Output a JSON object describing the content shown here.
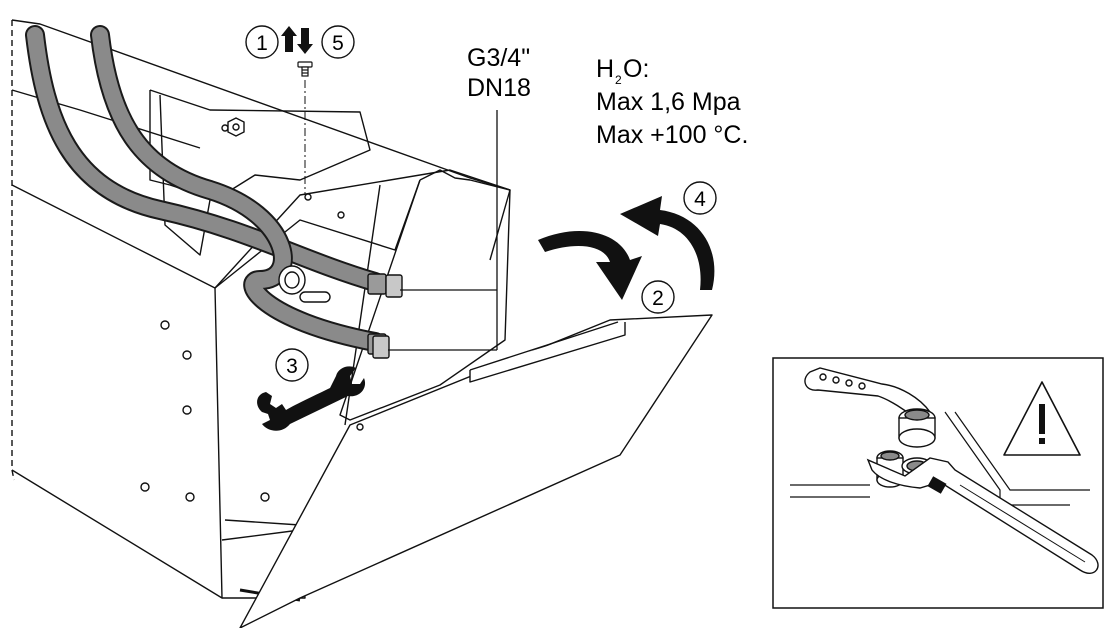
{
  "steps": {
    "s1": "1",
    "s2": "2",
    "s3": "3",
    "s4": "4",
    "s5": "5"
  },
  "thread": {
    "line1": "G3/4\"",
    "line2": "DN18"
  },
  "water": {
    "h": "H",
    "sub": "2",
    "o": "O:",
    "pressure": "Max 1,6 Mpa",
    "temperature": "Max +100 °C."
  },
  "icons": {
    "screw": "screw-icon",
    "updown": "up-down-arrows-icon",
    "wrench": "wrench-icon",
    "warning": "warning-triangle-icon",
    "rotate": "rotation-arrows-icon"
  },
  "colors": {
    "hose": "#8a8a8a",
    "hose_outline": "#1a1a1a",
    "line": "#111111",
    "background": "#ffffff"
  }
}
